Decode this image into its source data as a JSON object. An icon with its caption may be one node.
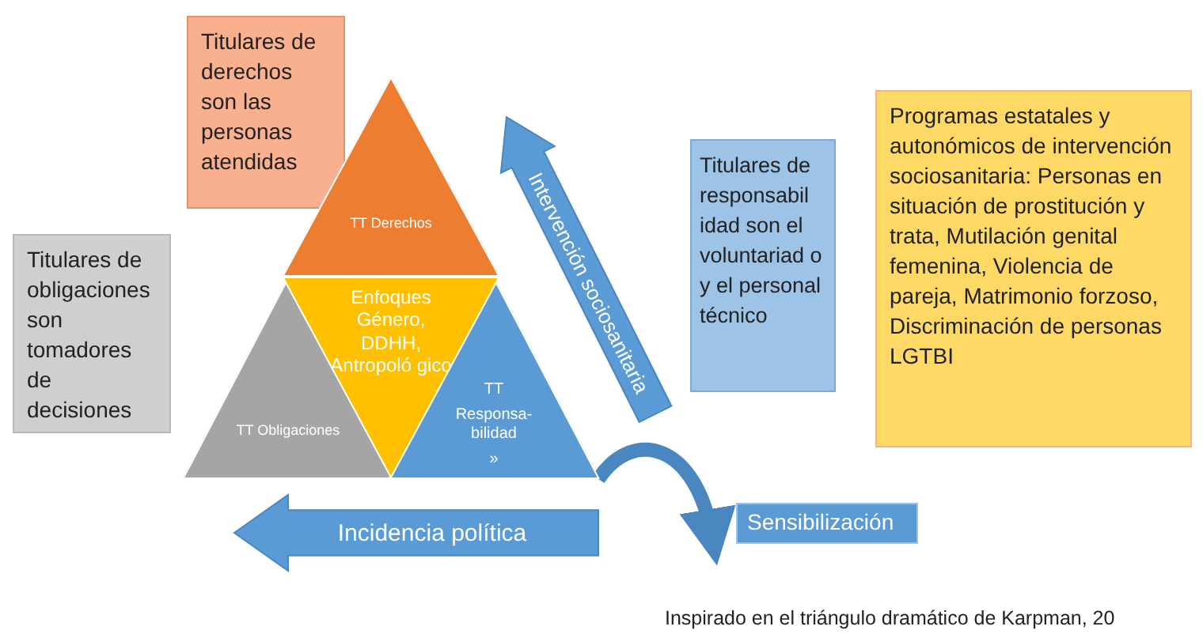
{
  "diagram": {
    "caption": "Inspirado en el triángulo dramático de Karpman, 20",
    "nodes": [
      {
        "text": [
          "Titulares de derechos son las personas atendidas"
        ]
      },
      {
        "text": [
          "TT Derechos"
        ]
      },
      {
        "text": [
          "Titulares de obligaciones son tomadores de decisiones"
        ]
      },
      {
        "text": [
          "Enfoques Género, DDHH, Antropoló gico"
        ]
      },
      {
        "text": [
          "TT Obligaciones"
        ]
      },
      {
        "text": [
          "TT",
          "Responsa- bilidad",
          "»"
        ]
      },
      {
        "text": [
          "Intervención sociosanitaria"
        ]
      },
      {
        "text": [
          "Titulares de responsabil idad son el voluntariad o y el personal técnico"
        ]
      },
      {
        "text": [
          "Programas estatales y autonómicos de intervención sociosanitaria: Personas en situación de prostitución y trata, Mutilación genital femenina, Violencia de pareja, Matrimonio forzoso, Discriminación de personas LGTBI"
        ]
      },
      {
        "text": [
          "Sensibilización"
        ]
      },
      {
        "text": [
          "Incidencia política"
        ]
      }
    ],
    "edges": [
      {
        "from": 5,
        "to": 9,
        "arrow": "to"
      }
    ]
  }
}
